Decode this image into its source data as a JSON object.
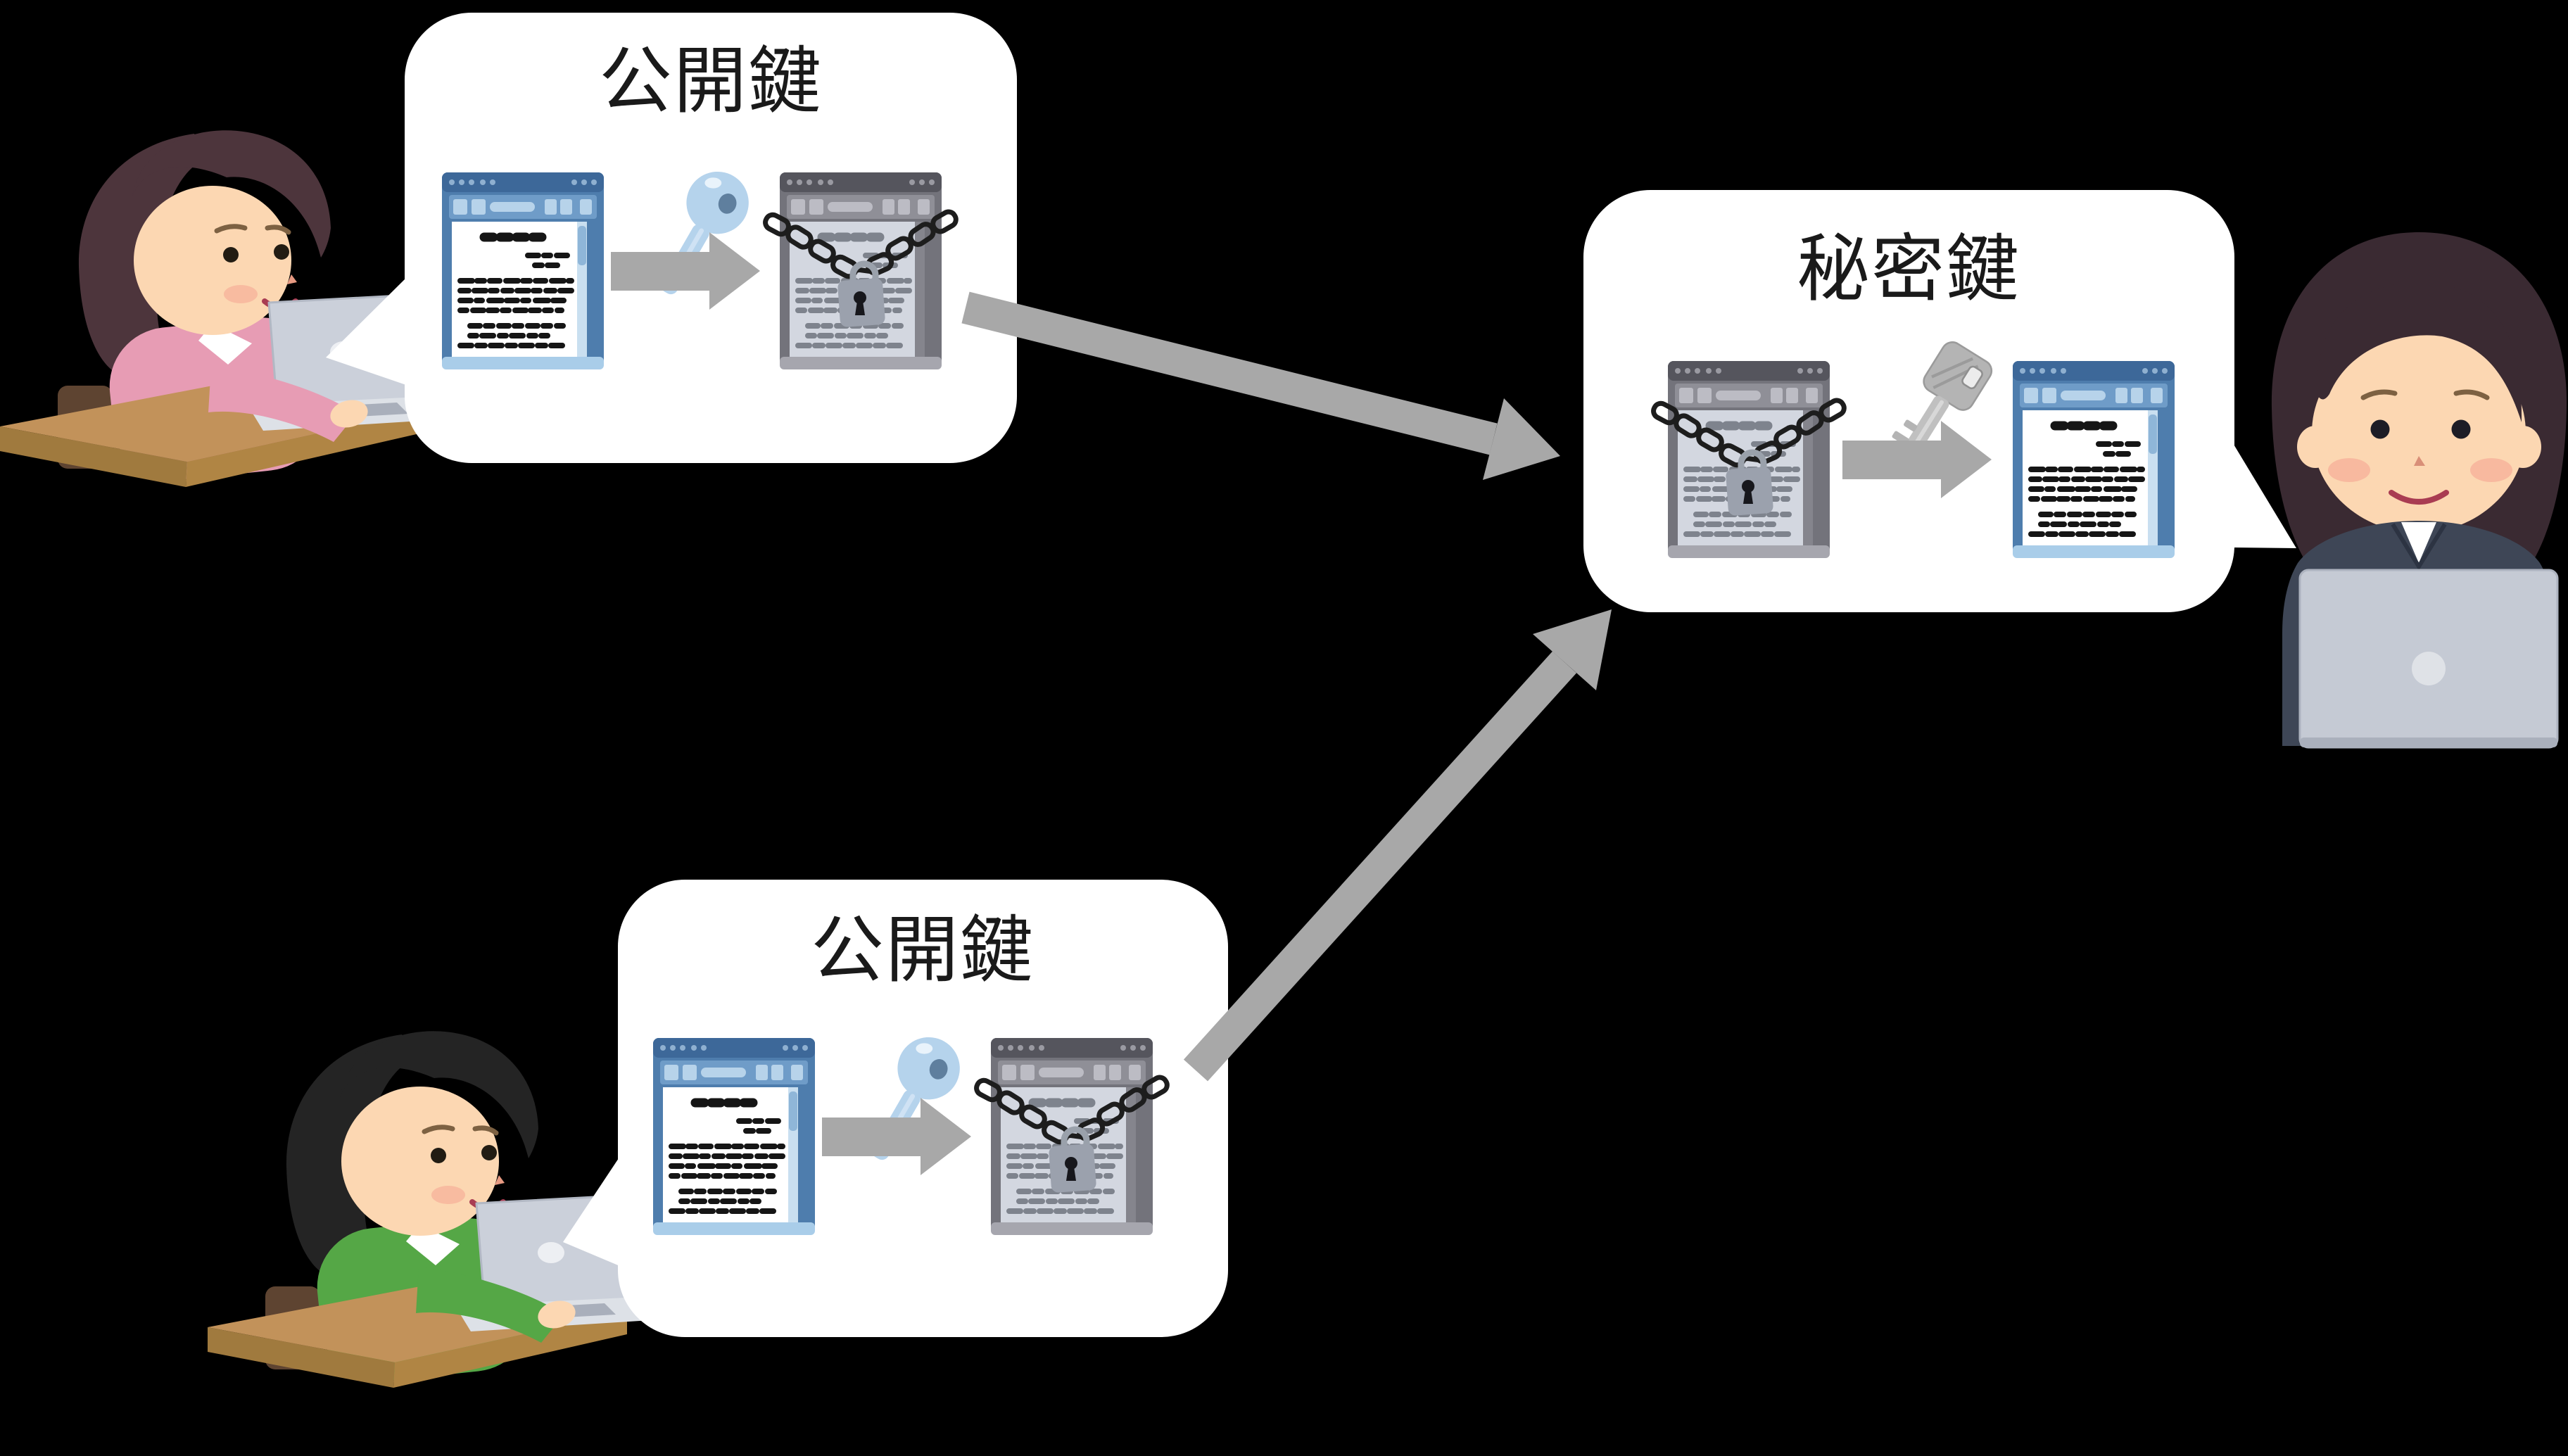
{
  "bubbles": {
    "top_public": {
      "label": "公開鍵"
    },
    "bottom_public": {
      "label": "公開鍵"
    },
    "private": {
      "label": "秘密鍵"
    }
  },
  "colors": {
    "background": "#000000",
    "bubble_fill": "#ffffff",
    "label_text": "#1a1a1a",
    "arrow_gray": "#a8a8a8",
    "document_blue_frame": "#4e7dad",
    "document_locked_frame": "#73737b",
    "public_key_blue": "#b5d3ec",
    "private_key_gray": "#b4b4b4",
    "chain_black": "#1d1d1d",
    "desk_brown": "#c2925a",
    "laptop_gray": "#cbd0da"
  },
  "icons": {
    "public_key_icon": "light-blue round-head key",
    "private_key_icon": "gray flat-head key",
    "document_icon": "blue window with text lines",
    "locked_document_icon": "gray window wrapped in chain with padlock",
    "encrypt_arrow_icon": "gray right arrow",
    "transfer_arrow_icon": "long gray diagonal arrow",
    "person_sender_top": "woman in pink typing on laptop",
    "person_sender_bottom": "man in green typing on laptop",
    "person_receiver": "businesswoman at laptop facing front"
  }
}
